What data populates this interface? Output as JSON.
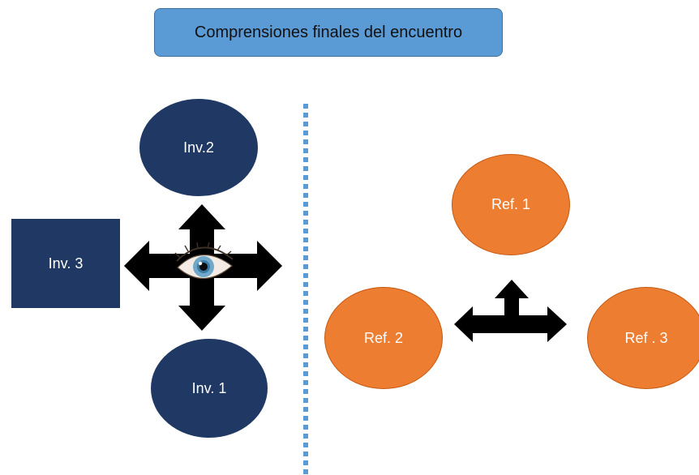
{
  "title": "Comprensiones finales del encuentro",
  "nodes": {
    "inv2": "Inv.2",
    "inv3": "Inv. 3",
    "inv1": "Inv. 1",
    "ref1": "Ref. 1",
    "ref2": "Ref. 2",
    "ref3": "Ref . 3"
  },
  "icons": {
    "four_way_arrow": "four-way-arrow",
    "eye": "eye",
    "three_way_arrow": "three-way-arrow"
  },
  "colors": {
    "title_fill": "#5b9bd5",
    "investigator_fill": "#1f3864",
    "reference_fill": "#ed7d31",
    "divider": "#5b9bd5",
    "arrow": "#000000"
  }
}
